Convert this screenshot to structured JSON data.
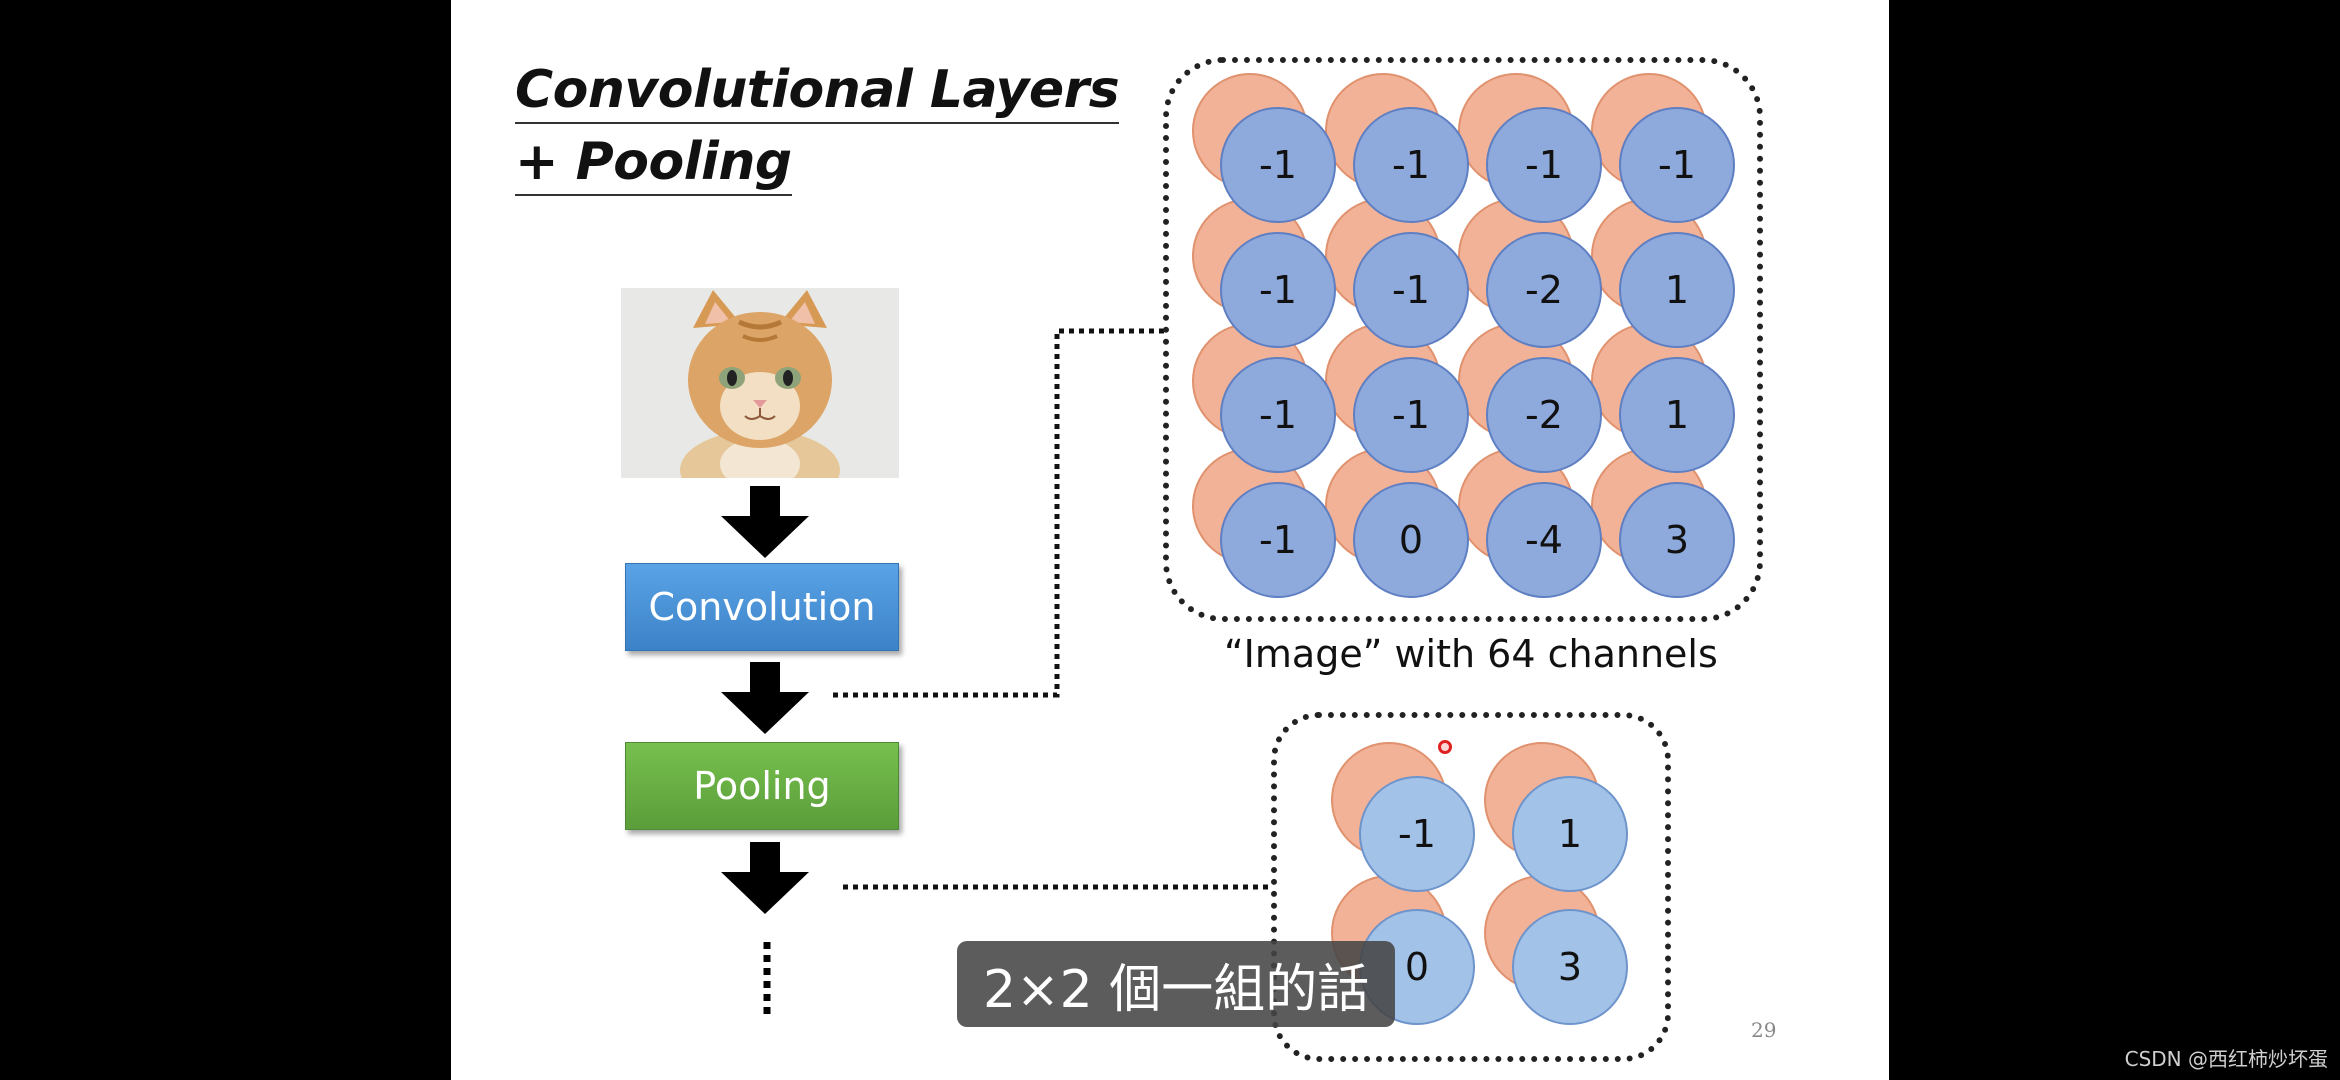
{
  "slide": {
    "title_line1": "Convolutional Layers",
    "title_line2": "+ Pooling",
    "page_number": "29"
  },
  "flow": {
    "convolution_label": "Convolution",
    "pooling_label": "Pooling"
  },
  "channels": {
    "caption": "“Image” with 64 channels",
    "grid": [
      [
        "-1",
        "-1",
        "-1",
        "-1"
      ],
      [
        "-1",
        "-1",
        "-2",
        "1"
      ],
      [
        "-1",
        "-1",
        "-2",
        "1"
      ],
      [
        "-1",
        "0",
        "-4",
        "3"
      ]
    ]
  },
  "pooled": {
    "grid": [
      [
        "-1",
        "1"
      ],
      [
        "0",
        "3"
      ]
    ]
  },
  "video": {
    "subtitle": "2×2 個一組的話"
  },
  "watermark": "CSDN @西红柿炒坏蛋",
  "colors": {
    "convolution_button": "#4a90d9",
    "pooling_button": "#68ad45",
    "channel_circle_front": "#8ea9dc",
    "channel_circle_back": "#f2b297"
  }
}
